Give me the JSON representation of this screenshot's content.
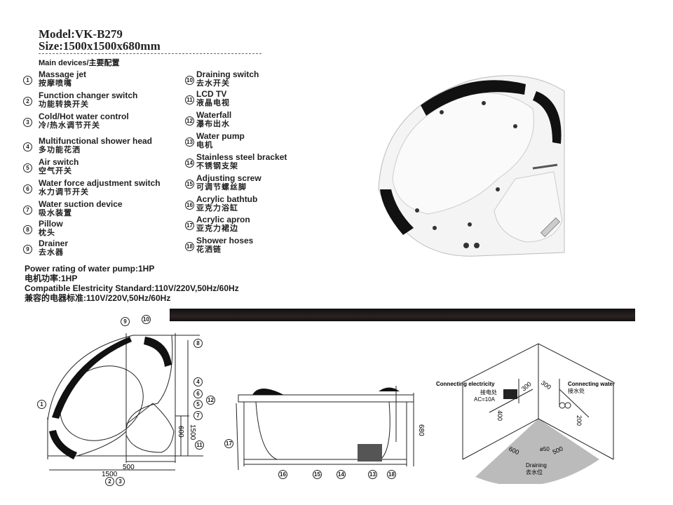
{
  "header": {
    "model": "Model:VK-B279",
    "size": "Size:1500x1500x680mm",
    "main_devices": "Main devices/主要配置"
  },
  "devices": [
    {
      "num": "1",
      "en": "Massage jet",
      "zh": "按摩喷嘴"
    },
    {
      "num": "2",
      "en": "Function changer switch",
      "zh": "功能转换开关"
    },
    {
      "num": "3",
      "en": "Cold/Hot water control",
      "zh": "冷/热水调节开关"
    },
    {
      "num": "4",
      "en": "Multifunctional shower head",
      "zh": "多功能花洒"
    },
    {
      "num": "5",
      "en": "Air switch",
      "zh": "空气开关"
    },
    {
      "num": "6",
      "en": "Water force adjustment switch",
      "zh": "水力调节开关"
    },
    {
      "num": "7",
      "en": "Water suction device",
      "zh": "吸水装置"
    },
    {
      "num": "8",
      "en": "Pillow",
      "zh": "枕头"
    },
    {
      "num": "9",
      "en": "Drainer",
      "zh": "去水器"
    },
    {
      "num": "10",
      "en": "Draining switch",
      "zh": "去水开关"
    },
    {
      "num": "11",
      "en": "LCD TV",
      "zh": "液晶电视"
    },
    {
      "num": "12",
      "en": "Waterfall",
      "zh": "瀑布出水"
    },
    {
      "num": "13",
      "en": "Water pump",
      "zh": "电机"
    },
    {
      "num": "14",
      "en": "Stainless steel bracket",
      "zh": "不锈钢支架"
    },
    {
      "num": "15",
      "en": "Adjusting screw",
      "zh": "可调节螺丝脚"
    },
    {
      "num": "16",
      "en": "Acrylic bathtub",
      "zh": "亚克力浴缸"
    },
    {
      "num": "17",
      "en": "Acrylic apron",
      "zh": "亚克力裙边"
    },
    {
      "num": "18",
      "en": "Shower hoses",
      "zh": "花洒链"
    }
  ],
  "specs": [
    "Power rating of water pump:1HP",
    "电机功率:1HP",
    "Compatible Elestricity Standard:110V/220V,50Hz/60Hz",
    "兼容的电器标准:110V/220V,50Hz/60Hz"
  ],
  "plan_view": {
    "dim_width": "1500",
    "dim_inner": "500",
    "dim_height": "1500",
    "dim_inner_height": "600"
  },
  "side_view": {
    "dim_height": "680"
  },
  "installation": {
    "electricity_en": "Connecting electricity",
    "electricity_zh": "接电处",
    "current": "AC=10A",
    "water_en": "Connecting water",
    "water_zh": "接水处",
    "d300a": "300",
    "d300b": "300",
    "d400": "400",
    "d200": "200",
    "d600": "600",
    "d500": "500",
    "pipe": "ø50",
    "draining_en": "Draining",
    "draining_zh": "去水位"
  }
}
